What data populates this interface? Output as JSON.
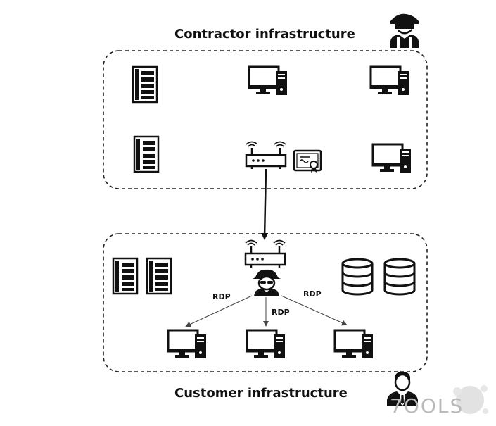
{
  "titles": {
    "contractor": "Contractor infrastructure",
    "customer": "Customer infrastructure"
  },
  "labels": {
    "rdp_left": "RDP",
    "rdp_center": "RDP",
    "rdp_right": "RDP"
  },
  "watermark": "7OOLS",
  "icons": {
    "contractor_avatar": "engineer-icon",
    "customer_avatar": "businessman-icon",
    "attacker": "hacker-icon",
    "server": "server-icon",
    "workstation": "desktop-computer-icon",
    "router": "wifi-router-icon",
    "certificate": "certificate-icon",
    "database": "database-icon"
  }
}
